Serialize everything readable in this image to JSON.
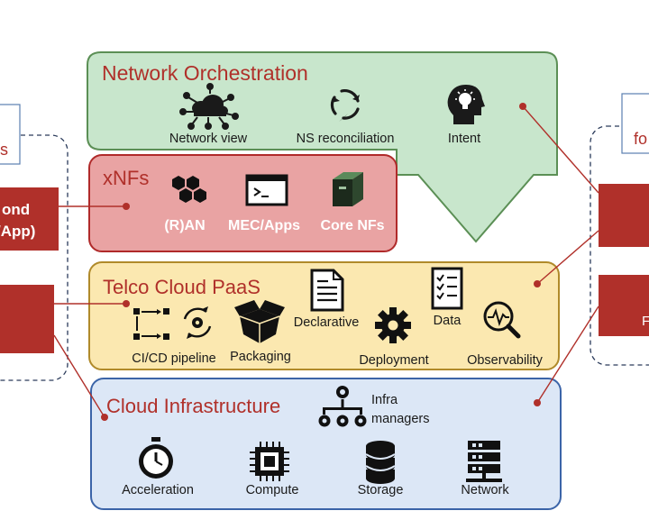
{
  "layers": {
    "orchestration": {
      "title": "Network Orchestration",
      "items": [
        {
          "label": "Network view",
          "icon": "cloud-network-icon"
        },
        {
          "label": "NS reconciliation",
          "icon": "cycle-arrows-icon"
        },
        {
          "label": "Intent",
          "icon": "head-lightbulb-icon"
        }
      ]
    },
    "xnfs": {
      "title": "xNFs",
      "items": [
        {
          "label": "(R)AN",
          "icon": "hexagons-icon"
        },
        {
          "label": "MEC/Apps",
          "icon": "terminal-window-icon"
        },
        {
          "label": "Core NFs",
          "icon": "cube-icon"
        }
      ]
    },
    "paas": {
      "title": "Telco Cloud PaaS",
      "items": [
        {
          "label": "CI/CD pipeline",
          "icon": "pipeline-icon"
        },
        {
          "label": "Packaging",
          "icon": "open-box-icon"
        },
        {
          "label": "Declarative",
          "icon": "document-icon"
        },
        {
          "label": "Deployment",
          "icon": "gear-icon"
        },
        {
          "label": "Data",
          "icon": "checklist-icon"
        },
        {
          "label": "Observability",
          "icon": "magnifier-pulse-icon"
        }
      ]
    },
    "infra": {
      "title": "Cloud Infrastructure",
      "items": [
        {
          "label": "Infra\nmanagers",
          "icon": "org-chart-icon"
        },
        {
          "label": "Acceleration",
          "icon": "stopwatch-icon"
        },
        {
          "label": "Compute",
          "icon": "chip-icon"
        },
        {
          "label": "Storage",
          "icon": "database-icon"
        },
        {
          "label": "Network",
          "icon": "server-rack-icon"
        }
      ]
    }
  },
  "left_panel": {
    "partial_title": "s",
    "box1_lines": [
      "ond",
      "/App)"
    ]
  },
  "right_panel": {
    "partial_title": "fo",
    "partial_text": "F"
  },
  "colors": {
    "accent_red": "#b0302a",
    "orchestration_fill": "#c8e6cc",
    "orchestration_stroke": "#5b8f55",
    "xnfs_fill": "#e9a3a3",
    "xnfs_stroke": "#b02a2a",
    "paas_fill": "#fbe8b0",
    "paas_stroke": "#b08a2a",
    "infra_fill": "#dce7f6",
    "infra_stroke": "#3b64a8"
  }
}
